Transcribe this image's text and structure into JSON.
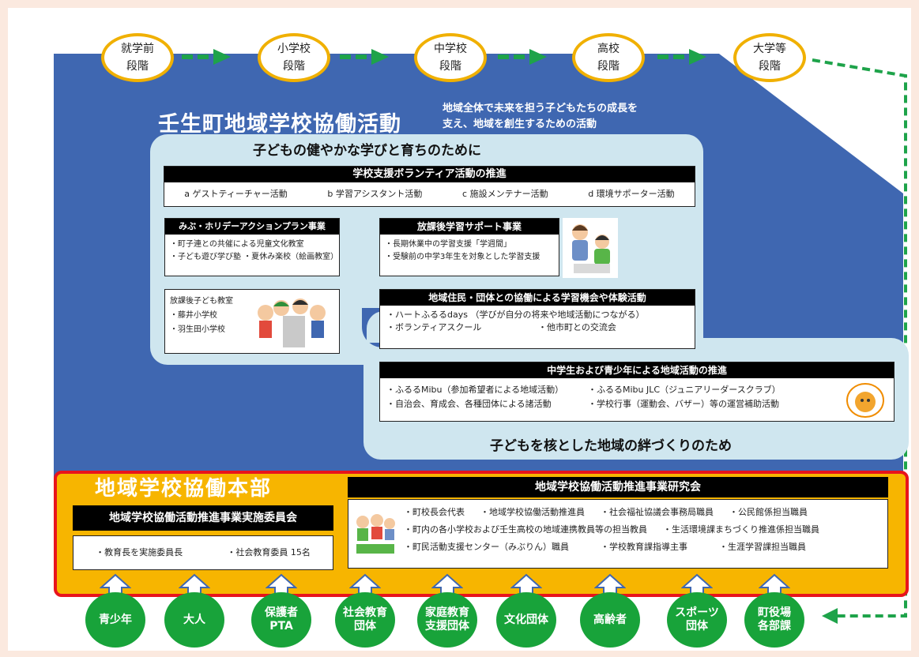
{
  "stages": [
    {
      "line1": "就学前",
      "line2": "段階"
    },
    {
      "line1": "小学校",
      "line2": "段階"
    },
    {
      "line1": "中学校",
      "line2": "段階"
    },
    {
      "line1": "高校",
      "line2": "段階"
    },
    {
      "line1": "大学等",
      "line2": "段階"
    }
  ],
  "main_title": "壬生町地域学校協働活動",
  "subtitle": {
    "line1": "地域全体で未来を担う子どもたちの成長を",
    "line2": "支え、地域を創生するための活動"
  },
  "upper_panel_title": "子どもの健やかな学びと育ちのために",
  "school_support": {
    "header": "学校支援ボランティア活動の推進",
    "items": [
      "a ゲストティーチャー活動",
      "b 学習アシスタント活動",
      "c 施設メンテナー活動",
      "d 環境サポーター活動"
    ]
  },
  "mibu_holiday": {
    "header": "みぶ・ホリデーアクションプラン事業",
    "lines": [
      "・町子連との共催による児童文化教室",
      "・子ども遊び学び塾 ・夏休み楽校（絵画教室）"
    ]
  },
  "afterschool_learning": {
    "header": "放課後学習サポート事業",
    "lines": [
      "・長期休業中の学習支援「学週間」",
      "・受験前の中学3年生を対象とした学習支援"
    ]
  },
  "afterschool_kids": {
    "lines": [
      "放課後子ども教室",
      "・藤井小学校",
      "・羽生田小学校"
    ]
  },
  "community_coop": {
    "header": "地域住民・団体との協働による学習機会や体験活動",
    "lines": [
      "・ハートふるるdays （学びが自分の将来や地域活動につながる）",
      "・ボランティアスクール",
      "・他市町との交流会"
    ]
  },
  "youth_activity": {
    "header": "中学生および青少年による地域活動の推進",
    "left_lines": [
      "・ふるるMibu（参加希望者による地域活動）",
      "・自治会、育成会、各種団体による諸活動"
    ],
    "right_lines": [
      "・ふるるMibu JLC（ジュニアリーダースクラブ）",
      "・学校行事（運動会、バザー）等の運営補助活動"
    ]
  },
  "lower_panel_title": "子どもを核とした地域の絆づくりのため",
  "hq_title": "地域学校協働本部",
  "committee": {
    "header": "地域学校協働活動推進事業実施委員会",
    "items": [
      "・教育長を実施委員長",
      "・社会教育委員 15名"
    ]
  },
  "study_group": {
    "header": "地域学校協働活動推進事業研究会",
    "rows": [
      [
        "・町校長会代表",
        "・地域学校協働活動推進員",
        "・社会福祉協議会事務局職員",
        "・公民館係担当職員"
      ],
      [
        "・町内の各小学校および壬生高校の地域連携教員等の担当教員",
        "・生活環境課まちづくり推進係担当職員"
      ],
      [
        "・町民活動支援センター（みぶりん）職員",
        "・学校教育課指導主事",
        "・生涯学習課担当職員"
      ]
    ]
  },
  "groups": [
    {
      "line1": "青少年",
      "line2": ""
    },
    {
      "line1": "大人",
      "line2": ""
    },
    {
      "line1": "保護者",
      "line2": "PTA"
    },
    {
      "line1": "社会教育",
      "line2": "団体"
    },
    {
      "line1": "家庭教育",
      "line2": "支援団体"
    },
    {
      "line1": "文化団体",
      "line2": ""
    },
    {
      "line1": "高齢者",
      "line2": ""
    },
    {
      "line1": "スポーツ",
      "line2": "団体"
    },
    {
      "line1": "町役場",
      "line2": "各部課"
    }
  ],
  "colors": {
    "outer_background": "#fbe9df",
    "main_blue": "#3f67b1",
    "panel_light_blue": "#cfe6ef",
    "stage_border": "#f0b000",
    "arrow_green": "#1ea34a",
    "hq_orange": "#f7b500",
    "hq_border_red": "#e8141c",
    "group_green": "#18a33a"
  }
}
